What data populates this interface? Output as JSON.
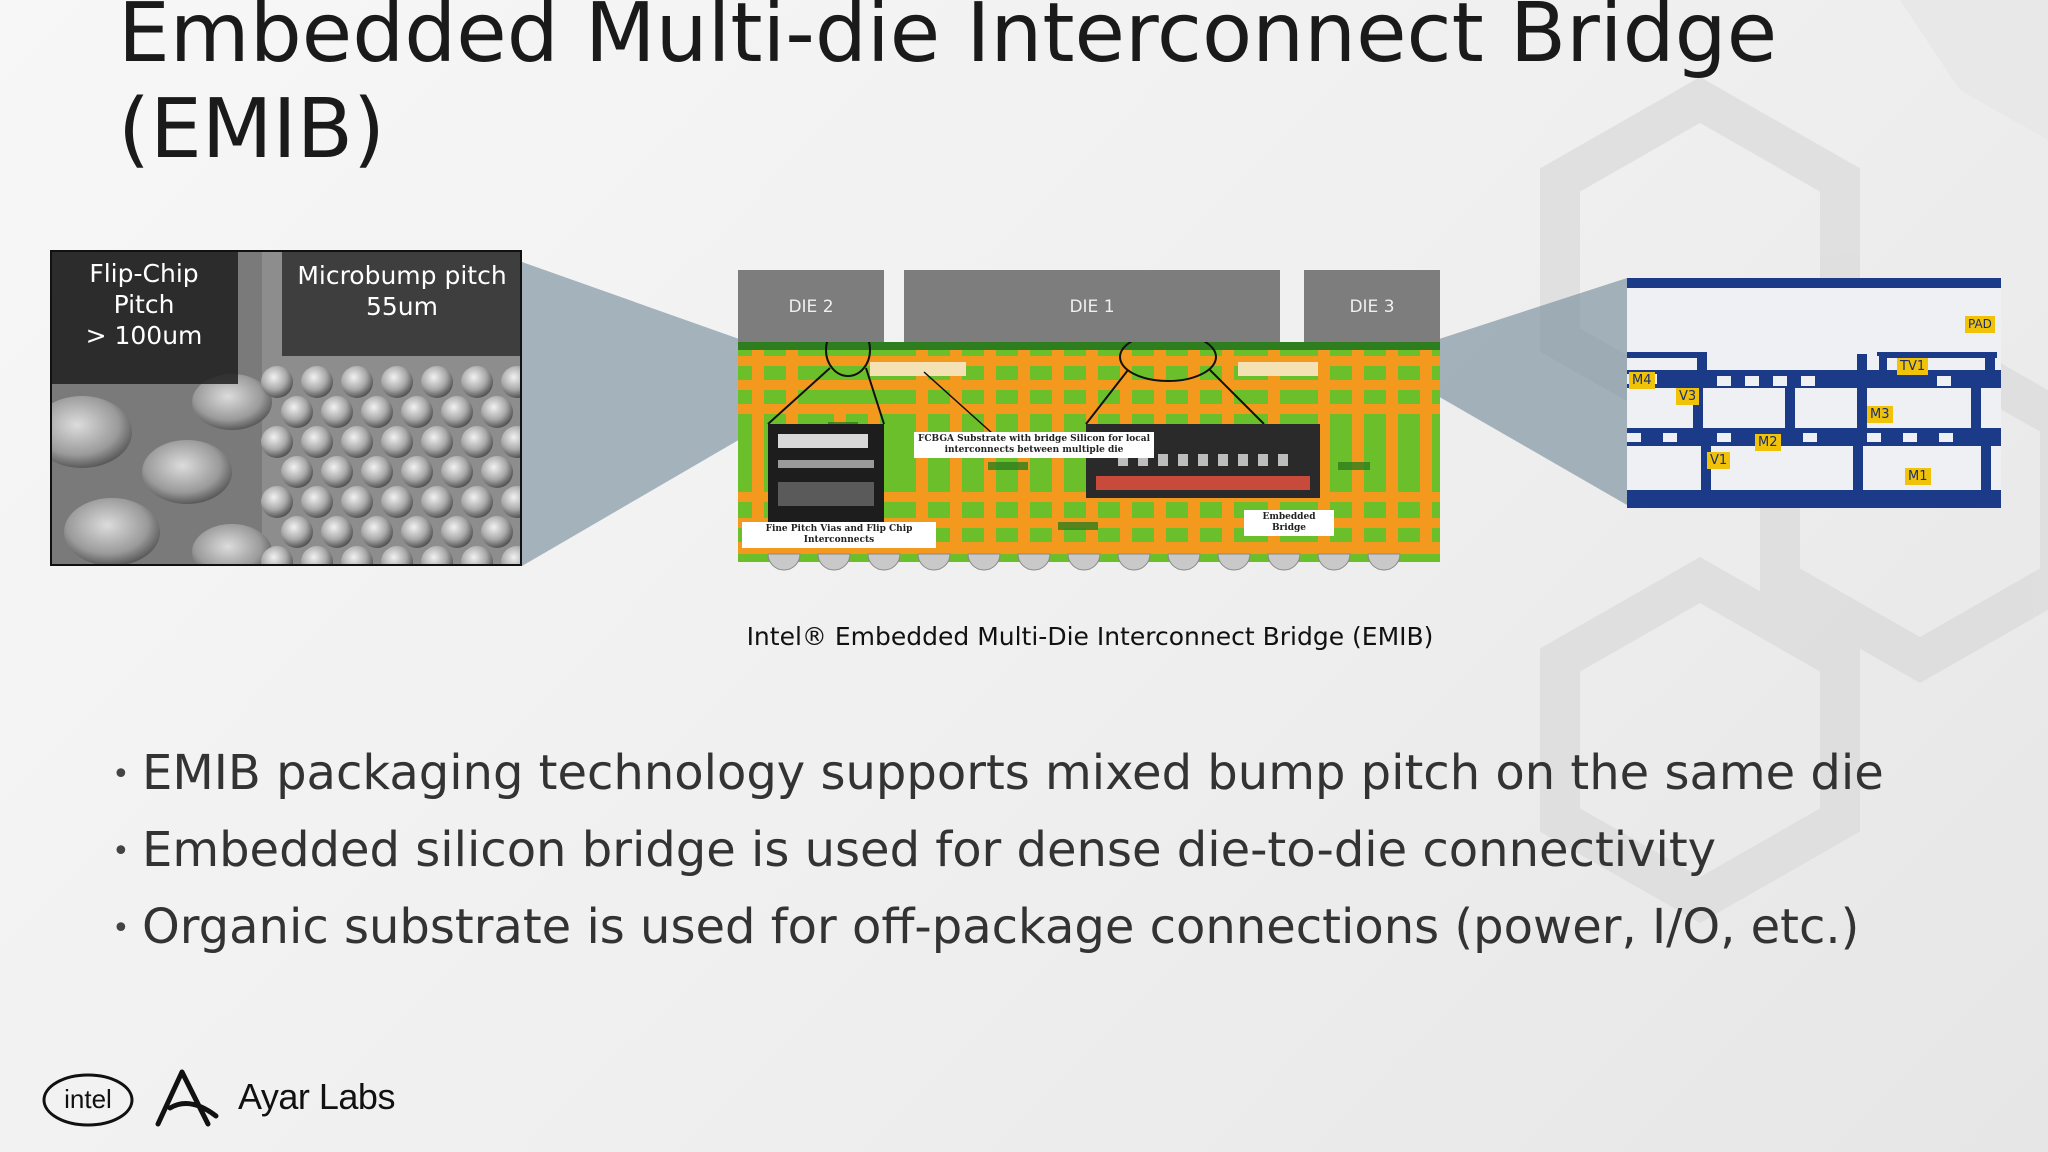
{
  "slide": {
    "title_line1": "Embedded Multi-die Interconnect Bridge",
    "title_line2": "(EMIB)"
  },
  "sem_image": {
    "label_left": [
      "Flip-Chip",
      "Pitch",
      "> 100um"
    ],
    "label_right": [
      "Microbump pitch",
      "55um"
    ]
  },
  "package_diagram": {
    "dies": [
      "DIE 2",
      "DIE 1",
      "DIE 3"
    ],
    "callout_substrate": [
      "FCBGA Substrate with bridge Silicon for local",
      "interconnects between multiple die"
    ],
    "callout_vias": "Fine Pitch Vias and Flip Chip Interconnects",
    "callout_bridge": "Embedded Bridge",
    "colors": {
      "substrate": "#f39a1e",
      "green": "#6bbf2a",
      "die": "#7d7d7d"
    }
  },
  "metal_layers": {
    "tags": [
      "PAD",
      "TV1",
      "M4",
      "V3",
      "M3",
      "M2",
      "V1",
      "M1"
    ],
    "colors": {
      "metal": "#1b3a88",
      "tag": "#f0c20a"
    }
  },
  "caption": "Intel® Embedded Multi-Die Interconnect Bridge (EMIB)",
  "bullets": [
    "EMIB packaging technology supports mixed bump pitch on the same die",
    "Embedded silicon bridge is used for dense die-to-die connectivity",
    "Organic substrate is used for off-package connections (power, I/O, etc.)"
  ],
  "logos": {
    "intel": "intel",
    "ayar": "Ayar Labs"
  }
}
